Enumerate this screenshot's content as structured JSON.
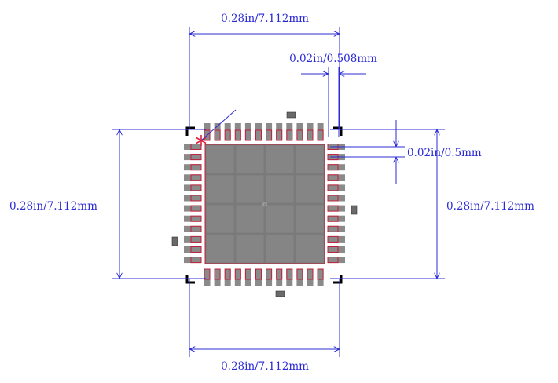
{
  "dimensions": {
    "top_width": "0.28in/7.112mm",
    "pitch": "0.02in/0.508mm",
    "pad_width": "0.02in/0.5mm",
    "left_height": "0.28in/7.112mm",
    "right_height": "0.28in/7.112mm",
    "bottom_width": "0.28in/7.112mm"
  },
  "package": {
    "pins_per_side": 12,
    "thermal_grid": [
      4,
      4
    ],
    "pin1_marker": "*"
  },
  "colors": {
    "dimension_line": "#2b2bd6",
    "pad_outline": "#c0203a",
    "pin1_marker": "#e0203a",
    "pad_fill": "#8a8a8a",
    "courtyard": "#000000",
    "thermal_pad": "#7a7a7a"
  }
}
